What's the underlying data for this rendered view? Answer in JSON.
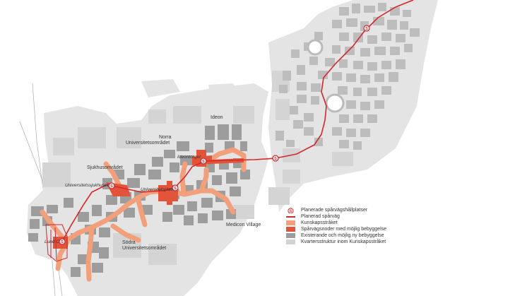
{
  "labels": {
    "ideon": "Ideon",
    "norra": "Norra",
    "universitetsomradet": "Universitetsområdet",
    "sjukhusomradet": "Sjukhusområdet",
    "ideontorget": "Ideontorget",
    "universitetssjukhuset": "Universitetssjukhuset",
    "universitetsplan": "Universitetsplan",
    "medicon": "Medicon Village",
    "sodra": "Södra",
    "universitetsomradet2": "Universitetsområdet",
    "lundc": "Lund C"
  },
  "stop_symbol": "S",
  "legend": {
    "items": [
      {
        "label": "Planerade spårvägshållplatser",
        "icon": "tram-stop-icon"
      },
      {
        "label": "Planerad spårväg",
        "color": "#d6262b"
      },
      {
        "label": "Kunskapsstråket",
        "color": "#f2a07b"
      },
      {
        "label": "Spårvägsnoder med möjlig bebyggelse",
        "color": "#e2543a"
      },
      {
        "label": "Existerande och möjlig ny bebyggelse",
        "color": "#9d9d9d"
      },
      {
        "label": "Kvartersstruktur inom Kunskapsstråket",
        "color": "#d2d2d2"
      }
    ]
  },
  "colors": {
    "tram_line": "#d6262b",
    "corridor": "#f2a07b",
    "node": "#e2543a",
    "buildings": "#9d9d9d",
    "blocks": "#d2d2d2",
    "district_bg": "#e3e3e3"
  }
}
